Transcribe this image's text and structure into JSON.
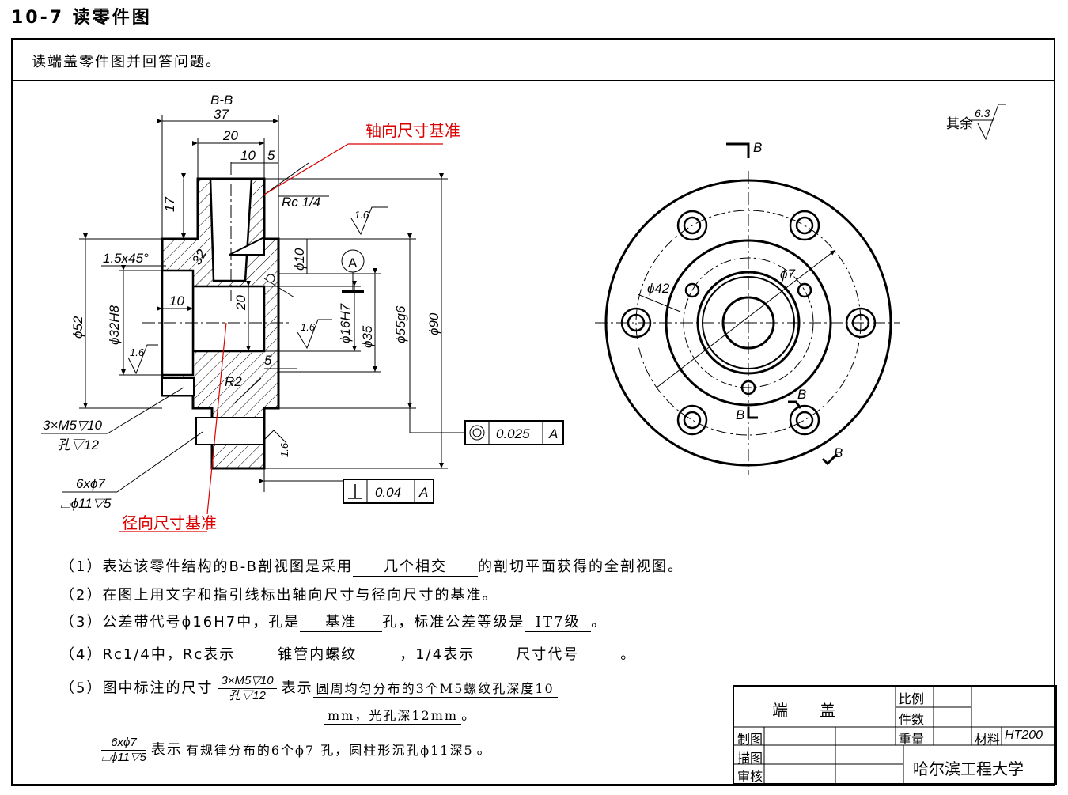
{
  "header": {
    "section": "10-7 读零件图"
  },
  "prompt": "读端盖零件图并回答问题。",
  "drawing": {
    "section_label": "B-B",
    "dims": {
      "d37": "37",
      "d20": "20",
      "d10": "10",
      "d5": "5",
      "d17": "17",
      "d32": "32",
      "phi10": "ϕ10",
      "chamfer": "1.5x45°",
      "d10b": "10",
      "d20v": "20",
      "d5b": "5",
      "phi52": "ϕ52",
      "phi32": "ϕ32H8",
      "phi16": "ϕ16H7",
      "phi35": "ϕ35",
      "phi55": "ϕ55g6",
      "phi90": "ϕ90",
      "r2": "R2",
      "phi42": "ϕ42",
      "phi7": "ϕ7"
    },
    "rc_label": "Rc 1/4",
    "axial_datum": "轴向尺寸基准",
    "radial_datum": "径向尺寸基准",
    "roughness": {
      "r16": "1.6",
      "rest_label": "其余",
      "rest_value": "6.3"
    },
    "datum_A": "A",
    "thread_callout_top": "3×M5▽10",
    "thread_callout_bottom": "孔▽12",
    "hole_callout_top": "6xϕ7",
    "hole_callout_bottom": "⌴ϕ11▽5",
    "concentricity": {
      "value": "0.025",
      "datum": "A"
    },
    "perpendicularity": {
      "value": "0.04",
      "datum": "A"
    },
    "cut_label": "B"
  },
  "questions": {
    "q1": {
      "num": "（1）",
      "pre": "表达该零件结构的B-B剖视图是采用",
      "ans": "几个相交",
      "post": "的剖切平面获得的全剖视图。"
    },
    "q2": {
      "num": "（2）",
      "text": "在图上用文字和指引线标出轴向尺寸与径向尺寸的基准。"
    },
    "q3": {
      "num": "（3）",
      "pre": "公差带代号ϕ16H7中，孔是",
      "ans1": "基准",
      "mid": "孔，标准公差等级是",
      "ans2": "IT7级",
      "post": "。"
    },
    "q4": {
      "num": "（4）",
      "pre": "Rc1/4中，Rc表示",
      "ans1": "锥管内螺纹",
      "mid": "，1/4表示",
      "ans2": "尺寸代号",
      "post": "。"
    },
    "q5": {
      "num": "（5）",
      "pre": "图中标注的尺寸",
      "frac_top": "3×M5▽10",
      "frac_bot": "孔▽12",
      "mid": "表示",
      "ans_line1": "圆周均匀分布的3个M5螺纹孔深度10",
      "ans_line2": "mm，光孔深12mm",
      "post": "。"
    },
    "q6": {
      "frac_top": "6xϕ7",
      "frac_bot": "⌴ϕ11▽5",
      "mid": "表示",
      "ans": "有规律分布的6个ϕ7 孔，圆柱形沉孔ϕ11深5",
      "post": "。"
    }
  },
  "title_block": {
    "part_name": "端　　盖",
    "scale_label": "比例",
    "qty_label": "件数",
    "weight_label": "重量",
    "material_label": "材料",
    "material": "HT200",
    "drawn": "制图",
    "traced": "描图",
    "checked": "审核",
    "school": "哈尔滨工程大学"
  }
}
